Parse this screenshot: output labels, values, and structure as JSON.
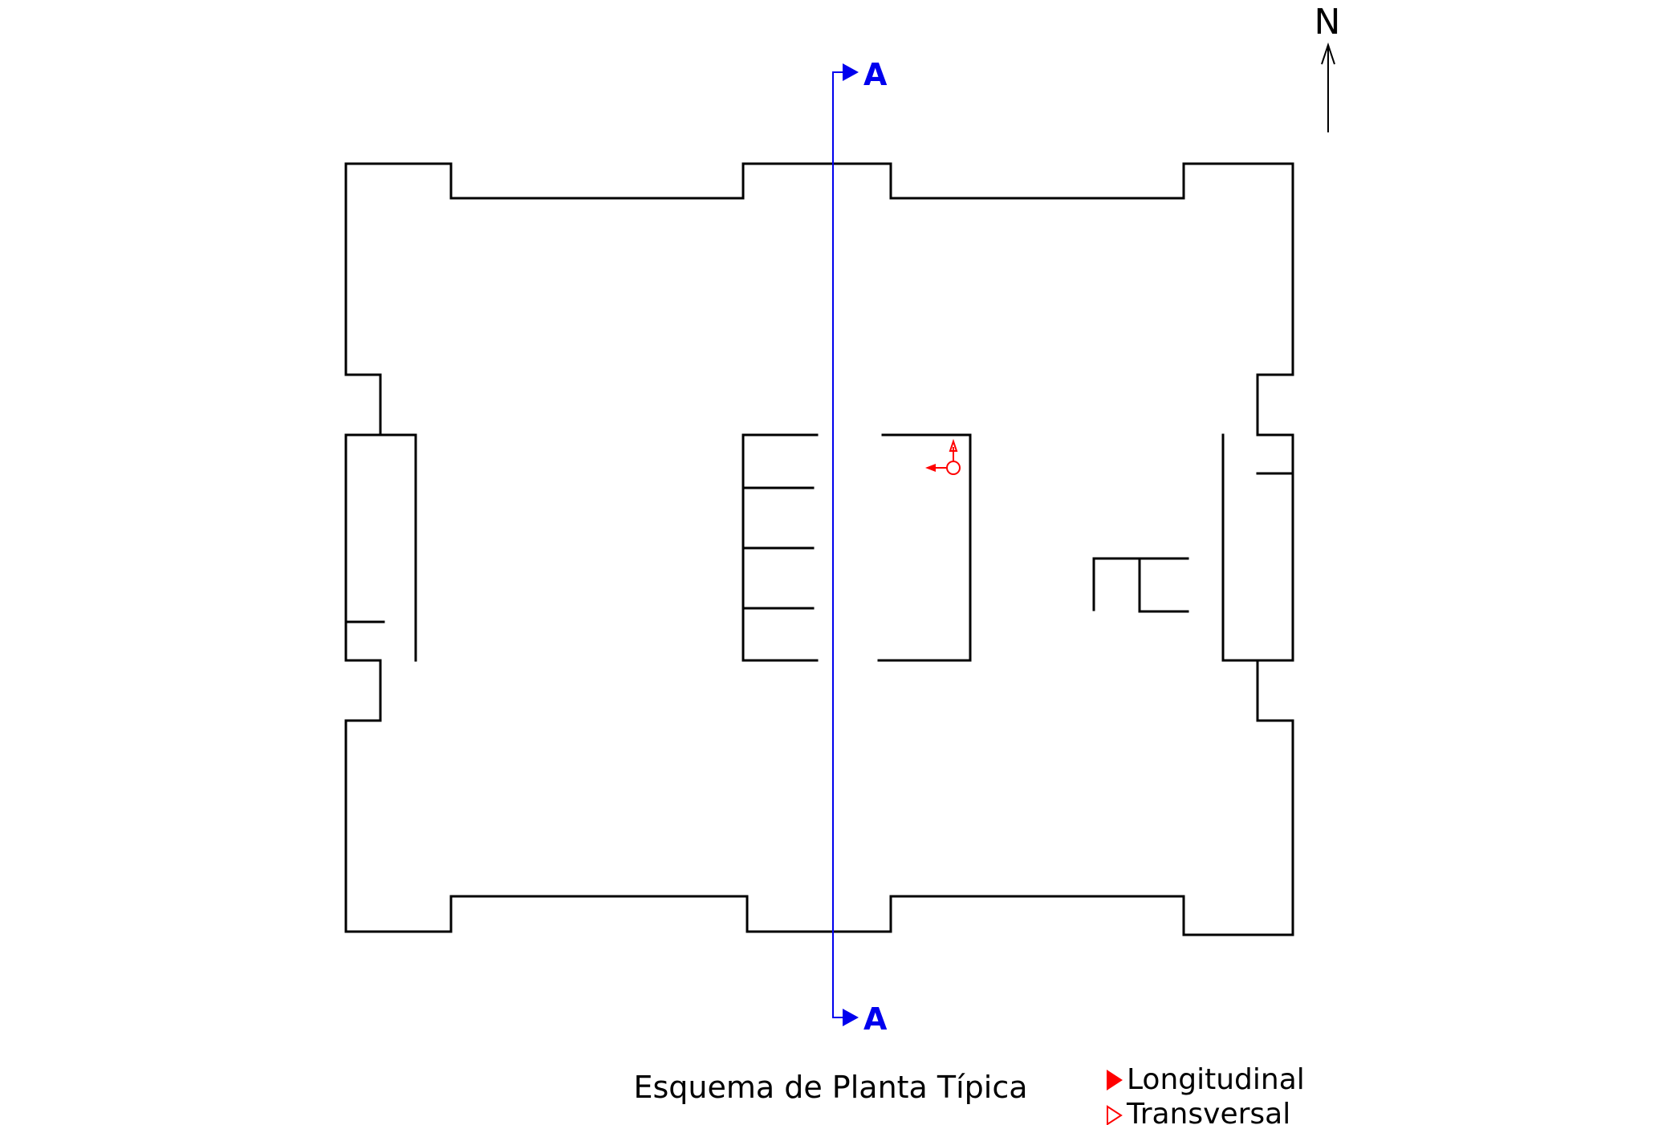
{
  "north": {
    "label": "N",
    "icon": "north-arrow-icon"
  },
  "section": {
    "top_label": "A",
    "bottom_label": "A",
    "color": "#0000ee"
  },
  "measurement_point": {
    "icon": "sensor-axes-icon",
    "color": "#ff0000"
  },
  "caption": "Esquema de Planta Típica",
  "legend": {
    "items": [
      {
        "label": "Longitudinal",
        "icon": "filled-triangle-icon",
        "color": "#ff0000"
      },
      {
        "label": "Transversal",
        "icon": "outline-triangle-icon",
        "color": "#ff0000"
      }
    ]
  }
}
